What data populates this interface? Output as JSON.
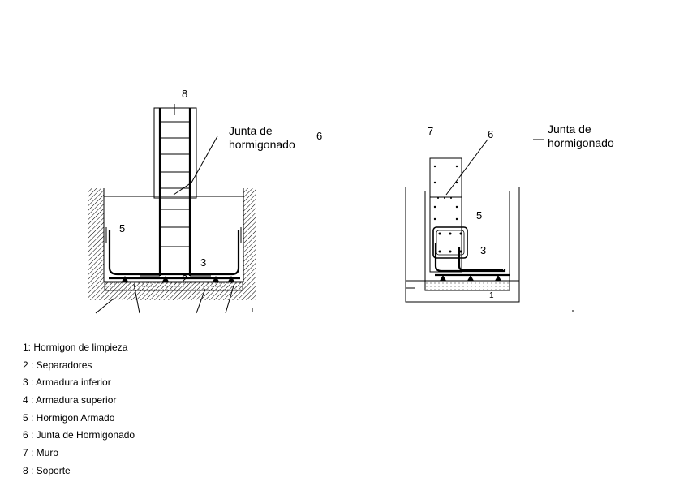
{
  "left_detail": {
    "label_8": "8",
    "label_junta": [
      "Junta de",
      "hormigonado"
    ],
    "label_6": "6",
    "label_5": "5",
    "label_3": "3",
    "label_2": "2"
  },
  "right_detail": {
    "label_7": "7",
    "label_6": "6",
    "label_junta": [
      "Junta de",
      "hormigonado"
    ],
    "label_5": "5",
    "label_3": "3",
    "label_1": "1"
  },
  "legend": [
    "1: Hormigon de limpieza",
    "2 : Separadores",
    "3 : Armadura inferior",
    "4 : Armadura superior",
    "5 : Hormigon Armado",
    "6 : Junta de Hormigonado",
    "7 : Muro",
    "8 : Soporte"
  ]
}
